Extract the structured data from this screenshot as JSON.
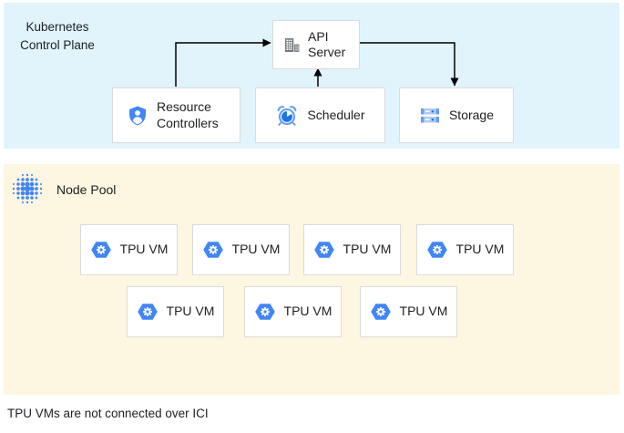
{
  "control_plane": {
    "title": "Kubernetes Control Plane",
    "api_server": {
      "label": "API Server",
      "icon": "building-icon"
    },
    "resource_controllers": {
      "label": "Resource Controllers",
      "icon": "shield-user-icon"
    },
    "scheduler": {
      "label": "Scheduler",
      "icon": "alarm-clock-icon"
    },
    "storage": {
      "label": "Storage",
      "icon": "server-stack-icon"
    },
    "connections": [
      "resource-controllers-to-api-server",
      "scheduler-to-api-server",
      "api-server-to-storage"
    ]
  },
  "node_pool": {
    "title": "Node Pool",
    "icon": "dotted-cluster-icon",
    "vm_icon": "hexagon-gear-icon",
    "vms": [
      "TPU VM",
      "TPU VM",
      "TPU VM",
      "TPU VM",
      "TPU VM",
      "TPU VM",
      "TPU VM"
    ]
  },
  "caption": "TPU VMs are not connected over ICI",
  "colors": {
    "control_plane_bg": "#E1F4FC",
    "node_pool_bg": "#FDF6E0",
    "icon_blue": "#4285F4",
    "icon_blue_medium": "#669DF6",
    "icon_blue_light": "#AECBFA",
    "icon_blue_dark": "#1A73E8",
    "icon_gray": "#6F7377",
    "box_border": "#DBDBDB",
    "arrow": "#000000",
    "text": "#202124"
  }
}
